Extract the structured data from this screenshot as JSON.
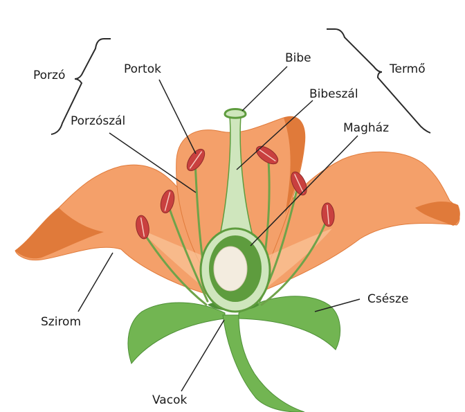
{
  "labels": {
    "porzo": "Porzó",
    "portok": "Portok",
    "bibe": "Bibe",
    "termo": "Termő",
    "bibeszal": "Bibeszál",
    "porzoszal": "Porzószál",
    "maghaz": "Magház",
    "szirom": "Szirom",
    "csesze": "Csésze",
    "vacok": "Vacok"
  },
  "colors": {
    "petal": "#f4a06a",
    "petal_shadow": "#e07a3a",
    "petal_light": "#f9c49a",
    "sepal": "#72b552",
    "sepal_dark": "#4d8f36",
    "filament": "#6fa34a",
    "anther": "#c9403f",
    "pistil": "#cfe6bd",
    "ovary_wall": "#5e9c3e",
    "ovule": "#f3ecdf",
    "leader_line": "#222222"
  }
}
